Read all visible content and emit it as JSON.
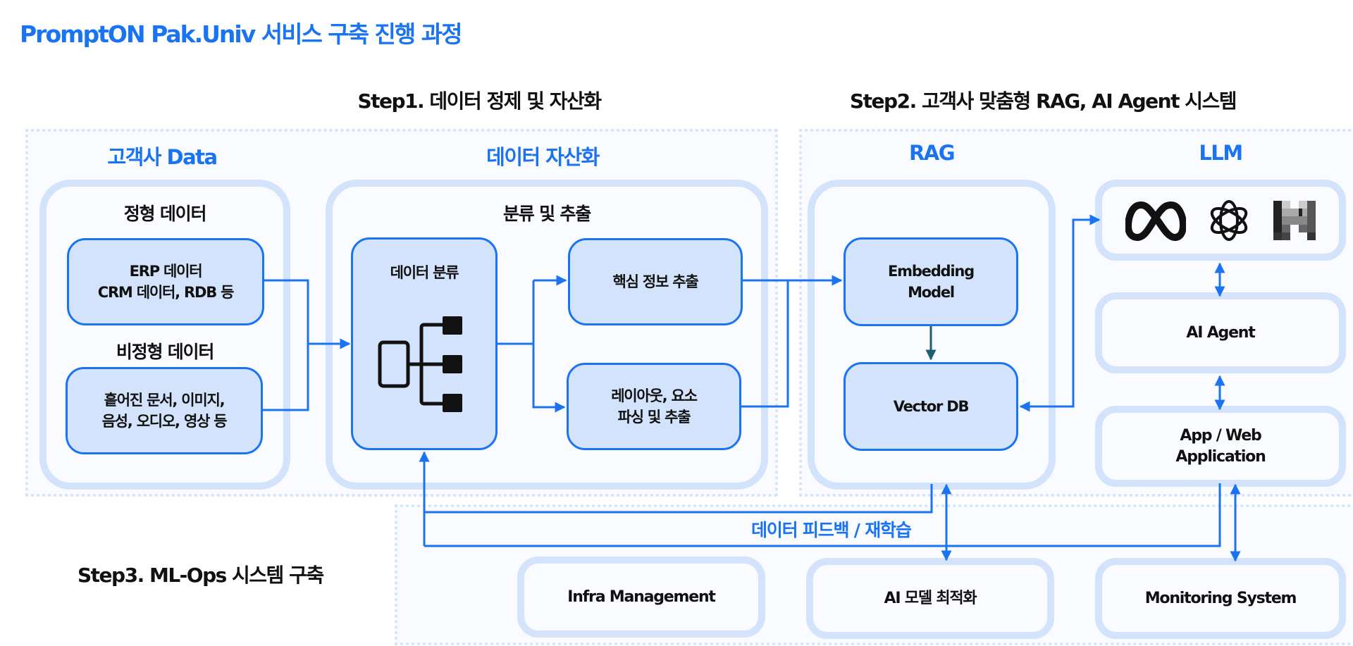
{
  "title": "PromptON Pak.Univ 서비스 구축 진행 과정",
  "colors": {
    "accent": "#1a73f0",
    "card_border": "#d3e3fb",
    "card_bg": "#f9fbff",
    "arrow_dark": "#1d5f73"
  },
  "step1": {
    "title": "Step1. 데이터 정제 및 자산화",
    "customer_data": {
      "label": "고객사 Data",
      "structured": {
        "label": "정형 데이터",
        "box": "ERP 데이터\nCRM 데이터, RDB 등"
      },
      "unstructured": {
        "label": "비정형 데이터",
        "box": "흩어진 문서, 이미지,\n음성, 오디오, 영상 등"
      }
    },
    "assetization": {
      "label": "데이터 자산화",
      "group_label": "분류 및 추출",
      "classify_box": "데이터 분류",
      "classify_icon": "hierarchy-tree-icon",
      "key_info_box": "핵심 정보 추출",
      "layout_box": "레이아웃, 요소\n파싱 및 추출"
    }
  },
  "step2": {
    "title": "Step2. 고객사 맞춤형 RAG, AI Agent 시스템",
    "rag": {
      "label": "RAG",
      "embedding_box": "Embedding\nModel",
      "vector_db_box": "Vector DB"
    },
    "llm": {
      "label": "LLM",
      "icons": [
        "meta-logo-icon",
        "openai-logo-icon",
        "mistral-logo-icon"
      ],
      "ai_agent": "AI Agent",
      "app_web": "App / Web\nApplication"
    }
  },
  "step3": {
    "title": "Step3. ML-Ops 시스템 구축",
    "feedback_label": "데이터 피드백 / 재학습",
    "boxes": [
      "Infra Management",
      "AI 모델 최적화",
      "Monitoring System"
    ]
  }
}
